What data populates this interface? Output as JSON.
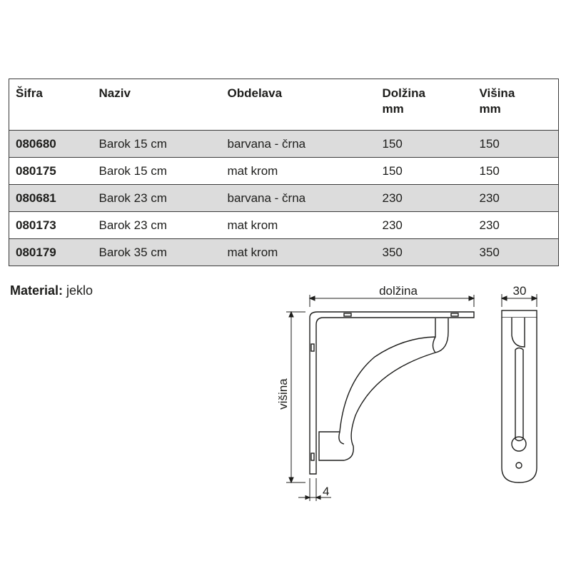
{
  "table": {
    "headers": {
      "code": "Šifra",
      "name": "Naziv",
      "finish": "Obdelava",
      "length": "Dolžina",
      "length_unit": "mm",
      "height": "Višina",
      "height_unit": "mm"
    },
    "rows": [
      {
        "code": "080680",
        "name": "Barok 15 cm",
        "finish": "barvana - črna",
        "length": "150",
        "height": "150",
        "shaded": true
      },
      {
        "code": "080175",
        "name": "Barok 15 cm",
        "finish": "mat krom",
        "length": "150",
        "height": "150",
        "shaded": false
      },
      {
        "code": "080681",
        "name": "Barok 23 cm",
        "finish": "barvana - črna",
        "length": "230",
        "height": "230",
        "shaded": true
      },
      {
        "code": "080173",
        "name": "Barok 23 cm",
        "finish": "mat krom",
        "length": "230",
        "height": "230",
        "shaded": false
      },
      {
        "code": "080179",
        "name": "Barok 35 cm",
        "finish": "mat krom",
        "length": "350",
        "height": "350",
        "shaded": true
      }
    ]
  },
  "material": {
    "label": "Material:",
    "value": "jeklo"
  },
  "drawing": {
    "length_label": "dolžina",
    "height_label": "višina",
    "thickness_label": "4",
    "width_label": "30"
  }
}
